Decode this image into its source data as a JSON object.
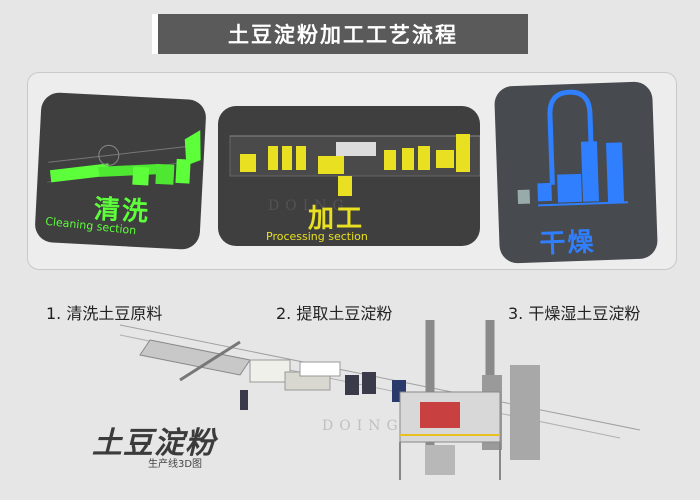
{
  "title": "土豆淀粉加工工艺流程",
  "panels": {
    "cleaning": {
      "cn": "清洗",
      "en": "Cleaning section"
    },
    "processing": {
      "cn": "加工",
      "en": "Processing section"
    },
    "drying": {
      "cn": "干燥"
    }
  },
  "steps": [
    {
      "label": "1. 清洗土豆原料"
    },
    {
      "label": "2. 提取土豆淀粉"
    },
    {
      "label": "3. 干燥湿土豆淀粉"
    }
  ],
  "logo": {
    "main": "土豆淀粉",
    "sub": "生产线3D图"
  },
  "watermark": "DOING",
  "colors": {
    "title_bg": "#5a5a5a",
    "cleaning_green": "#5cff3a",
    "processing_yellow": "#e8e020",
    "drying_blue": "#2f7fff",
    "card_dark": "#3f3f3f"
  }
}
